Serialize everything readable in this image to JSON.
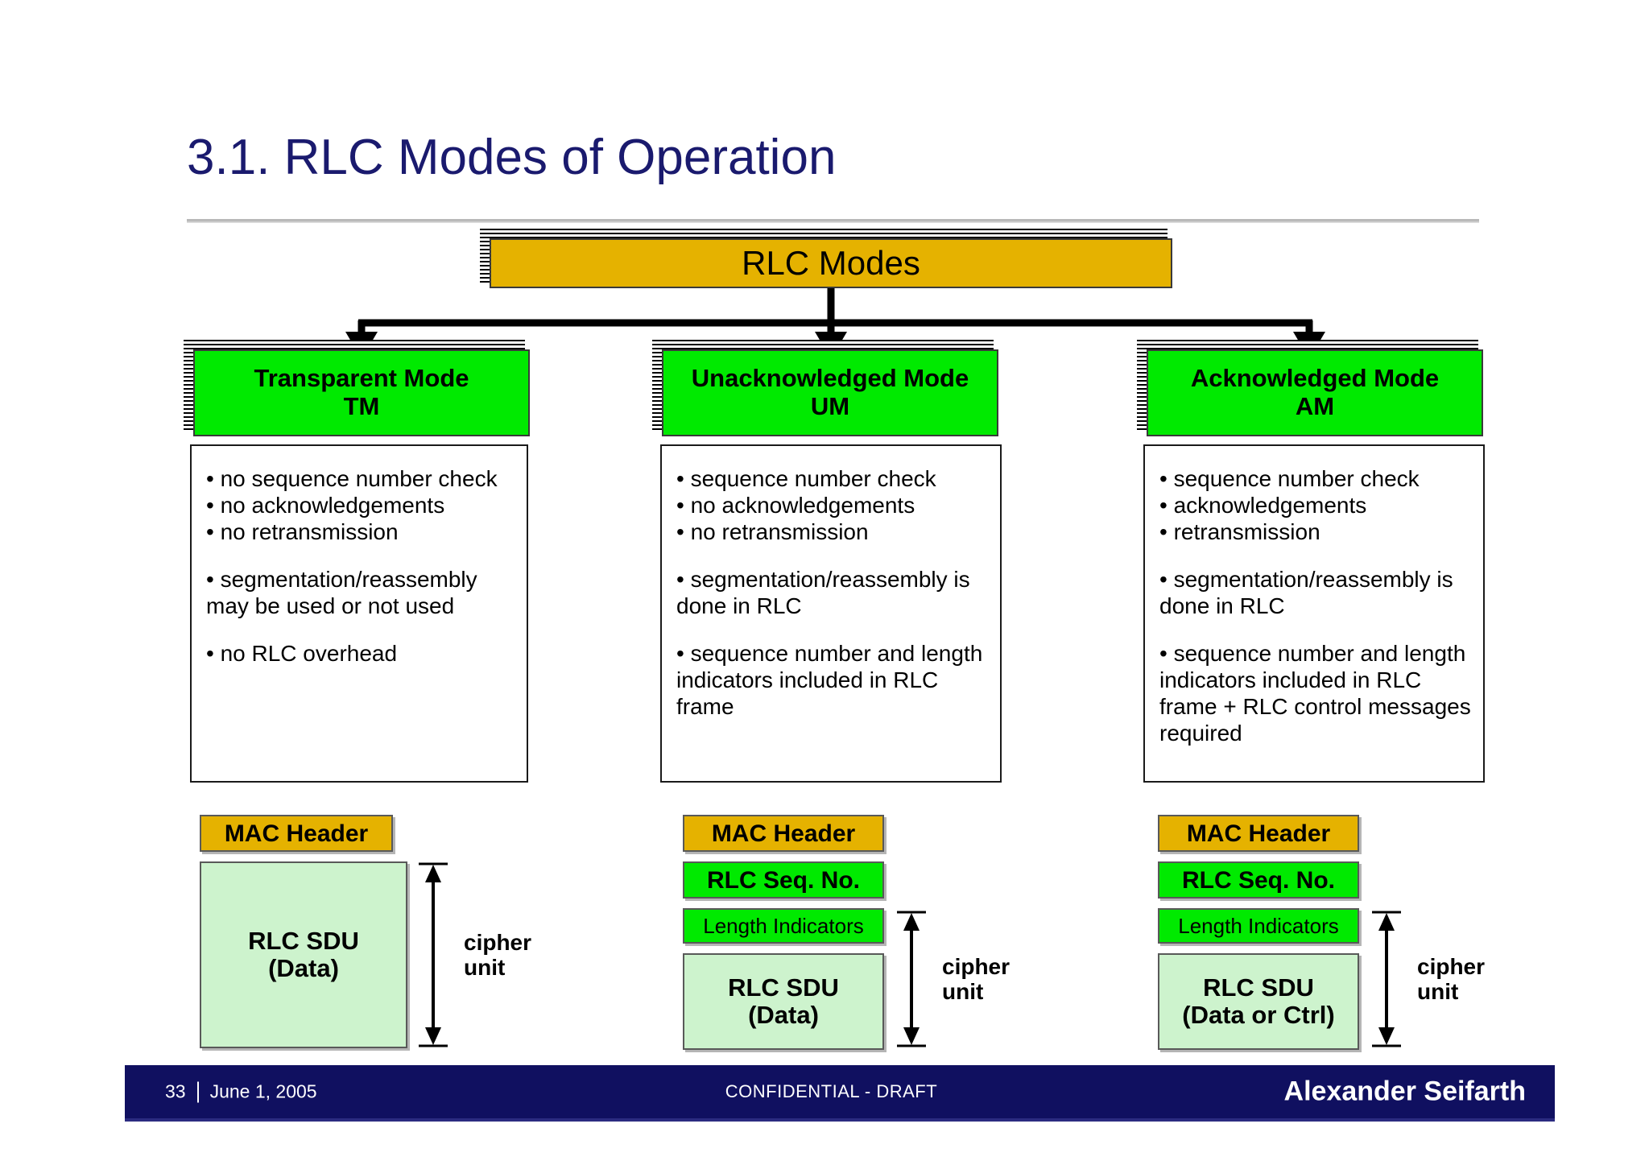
{
  "slide": {
    "title": "3.1. RLC Modes of Operation"
  },
  "colors": {
    "title_blue": "#1a1a6e",
    "orange": "#e5b200",
    "bright_green": "#00ea00",
    "light_green": "#cdf3cd",
    "footer_navy": "#101060"
  },
  "tree": {
    "root_label": "RLC Modes",
    "nodes": [
      {
        "title": "Transparent Mode",
        "abbr": "TM"
      },
      {
        "title": "Unacknowledged Mode",
        "abbr": "UM"
      },
      {
        "title": "Acknowledged Mode",
        "abbr": "AM"
      }
    ]
  },
  "descriptions": [
    {
      "mode": "TM",
      "lines": [
        "• no sequence number check",
        "• no acknowledgements",
        "• no retransmission",
        "",
        "• segmentation/reassembly may be used or not used",
        "",
        "• no RLC overhead"
      ]
    },
    {
      "mode": "UM",
      "lines": [
        "• sequence number check",
        "• no acknowledgements",
        "• no retransmission",
        "",
        "• segmentation/reassembly is done in RLC",
        "",
        "• sequence number and length indicators included in RLC frame"
      ]
    },
    {
      "mode": "AM",
      "lines": [
        "• sequence number check",
        "• acknowledgements",
        "• retransmission",
        "",
        "• segmentation/reassembly is done in RLC",
        "",
        "• sequence number and length indicators included in RLC frame + RLC control messages required"
      ]
    }
  ],
  "pdu": {
    "cipher_label_line1": "cipher",
    "cipher_label_line2": "unit",
    "columns": [
      {
        "mode": "TM",
        "mac_header": "MAC Header",
        "sdu_line1": "RLC SDU",
        "sdu_line2": "(Data)"
      },
      {
        "mode": "UM",
        "mac_header": "MAC Header",
        "seq_no": "RLC Seq. No.",
        "length_indicators": "Length Indicators",
        "sdu_line1": "RLC SDU",
        "sdu_line2": "(Data)"
      },
      {
        "mode": "AM",
        "mac_header": "MAC Header",
        "seq_no": "RLC Seq. No.",
        "length_indicators": "Length Indicators",
        "sdu_line1": "RLC SDU",
        "sdu_line2": "(Data or Ctrl)"
      }
    ]
  },
  "footer": {
    "page_number": "33",
    "date": "June 1, 2005",
    "classification": "CONFIDENTIAL - DRAFT",
    "author": "Alexander Seifarth"
  }
}
